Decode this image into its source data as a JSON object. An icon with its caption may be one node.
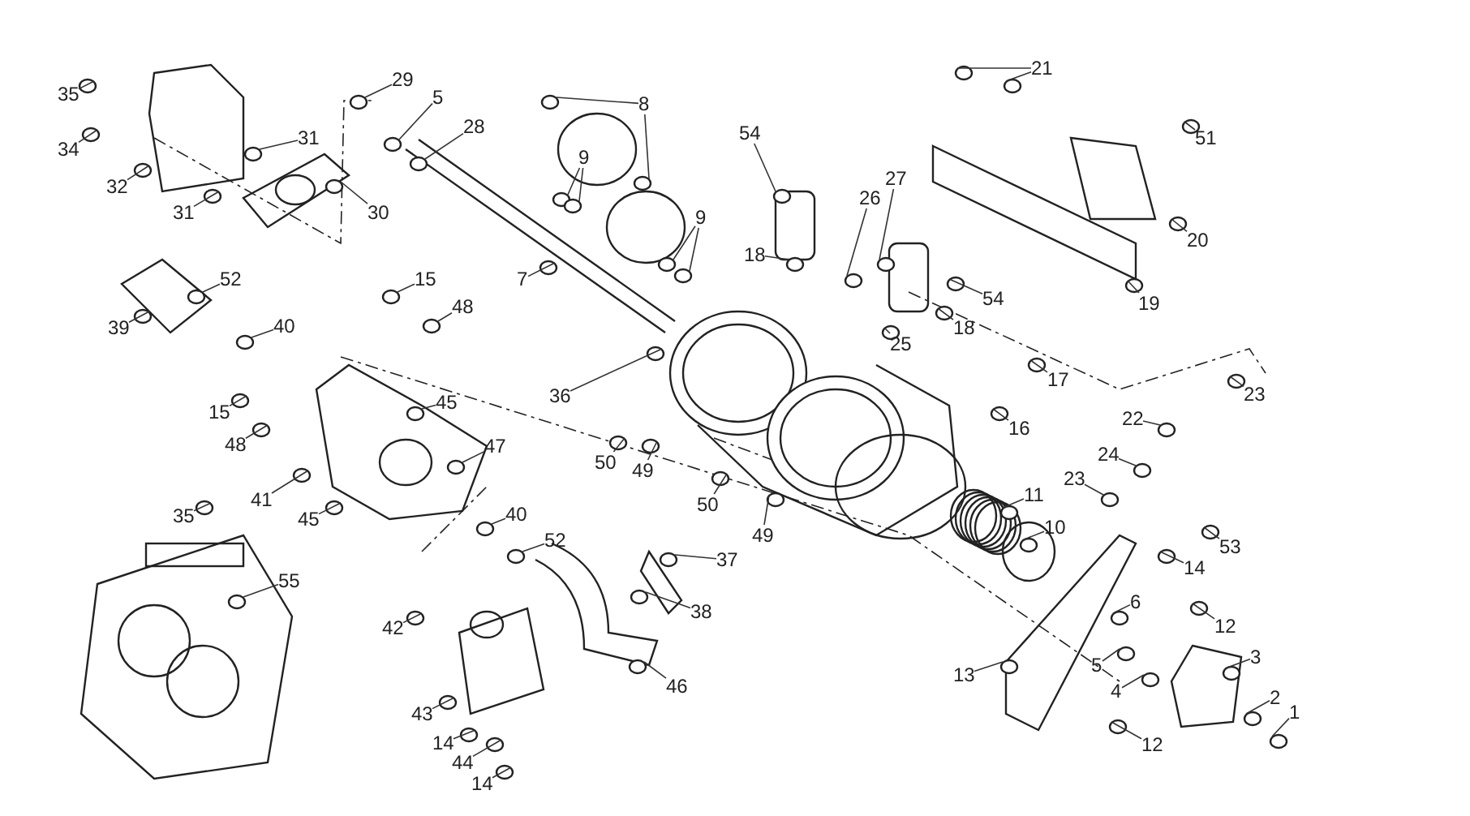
{
  "diagram": {
    "nodes": [
      {
        "text": [
          "35"
        ]
      },
      {
        "text": [
          "34"
        ]
      },
      {
        "text": [
          "32"
        ]
      },
      {
        "text": [
          "31"
        ]
      },
      {
        "text": [
          "31"
        ]
      },
      {
        "text": [
          "30"
        ]
      },
      {
        "text": [
          "29"
        ]
      },
      {
        "text": [
          "5"
        ]
      },
      {
        "text": [
          "28"
        ]
      },
      {
        "text": [
          "8"
        ]
      },
      {
        "text": [
          "9"
        ]
      },
      {
        "text": [
          "9"
        ]
      },
      {
        "text": [
          "7"
        ]
      },
      {
        "text": [
          "15"
        ]
      },
      {
        "text": [
          "52"
        ]
      },
      {
        "text": [
          "39"
        ]
      },
      {
        "text": [
          "40"
        ]
      },
      {
        "text": [
          "48"
        ]
      },
      {
        "text": [
          "36"
        ]
      },
      {
        "text": [
          "54"
        ]
      },
      {
        "text": [
          "18"
        ]
      },
      {
        "text": [
          "26"
        ]
      },
      {
        "text": [
          "27"
        ]
      },
      {
        "text": [
          "21"
        ]
      },
      {
        "text": [
          "51"
        ]
      },
      {
        "text": [
          "20"
        ]
      },
      {
        "text": [
          "54"
        ]
      },
      {
        "text": [
          "18"
        ]
      },
      {
        "text": [
          "25"
        ]
      },
      {
        "text": [
          "19"
        ]
      },
      {
        "text": [
          "17"
        ]
      },
      {
        "text": [
          "23"
        ]
      },
      {
        "text": [
          "45"
        ]
      },
      {
        "text": [
          "15"
        ]
      },
      {
        "text": [
          "48"
        ]
      },
      {
        "text": [
          "47"
        ]
      },
      {
        "text": [
          "16"
        ]
      },
      {
        "text": [
          "22"
        ]
      },
      {
        "text": [
          "24"
        ]
      },
      {
        "text": [
          "50"
        ]
      },
      {
        "text": [
          "49"
        ]
      },
      {
        "text": [
          "23"
        ]
      },
      {
        "text": [
          "41"
        ]
      },
      {
        "text": [
          "35"
        ]
      },
      {
        "text": [
          "45"
        ]
      },
      {
        "text": [
          "40"
        ]
      },
      {
        "text": [
          "52"
        ]
      },
      {
        "text": [
          "50"
        ]
      },
      {
        "text": [
          "49"
        ]
      },
      {
        "text": [
          "11"
        ]
      },
      {
        "text": [
          "10"
        ]
      },
      {
        "text": [
          "37"
        ]
      },
      {
        "text": [
          "14"
        ]
      },
      {
        "text": [
          "53"
        ]
      },
      {
        "text": [
          "6"
        ]
      },
      {
        "text": [
          "12"
        ]
      },
      {
        "text": [
          "38"
        ]
      },
      {
        "text": [
          "55"
        ]
      },
      {
        "text": [
          "42"
        ]
      },
      {
        "text": [
          "3"
        ]
      },
      {
        "text": [
          "5"
        ]
      },
      {
        "text": [
          "4"
        ]
      },
      {
        "text": [
          "13"
        ]
      },
      {
        "text": [
          "46"
        ]
      },
      {
        "text": [
          "43"
        ]
      },
      {
        "text": [
          "2"
        ]
      },
      {
        "text": [
          "1"
        ]
      },
      {
        "text": [
          "12"
        ]
      },
      {
        "text": [
          "14"
        ]
      },
      {
        "text": [
          "44"
        ]
      },
      {
        "text": [
          "14"
        ]
      }
    ],
    "edges": [
      {
        "from": 0,
        "to": null,
        "arrow": "none"
      },
      {
        "from": 1,
        "to": null,
        "arrow": "none"
      },
      {
        "from": 2,
        "to": null,
        "arrow": "none"
      },
      {
        "from": 3,
        "to": null,
        "arrow": "none"
      },
      {
        "from": 4,
        "to": null,
        "arrow": "none"
      },
      {
        "from": 5,
        "to": null,
        "arrow": "none"
      },
      {
        "from": 6,
        "to": null,
        "arrow": "none"
      },
      {
        "from": 7,
        "to": null,
        "arrow": "none"
      },
      {
        "from": 8,
        "to": null,
        "arrow": "none"
      },
      {
        "from": 9,
        "to": null,
        "arrow": "none"
      },
      {
        "from": 9,
        "to": null,
        "arrow": "none"
      },
      {
        "from": 10,
        "to": null,
        "arrow": "none"
      },
      {
        "from": 10,
        "to": null,
        "arrow": "none"
      },
      {
        "from": 11,
        "to": null,
        "arrow": "none"
      },
      {
        "from": 11,
        "to": null,
        "arrow": "none"
      },
      {
        "from": 12,
        "to": null,
        "arrow": "none"
      },
      {
        "from": 13,
        "to": null,
        "arrow": "none"
      },
      {
        "from": 14,
        "to": null,
        "arrow": "none"
      },
      {
        "from": 15,
        "to": null,
        "arrow": "none"
      },
      {
        "from": 16,
        "to": null,
        "arrow": "none"
      },
      {
        "from": 17,
        "to": null,
        "arrow": "none"
      },
      {
        "from": 18,
        "to": null,
        "arrow": "none"
      },
      {
        "from": 19,
        "to": null,
        "arrow": "none"
      },
      {
        "from": 20,
        "to": null,
        "arrow": "none"
      },
      {
        "from": 21,
        "to": null,
        "arrow": "none"
      },
      {
        "from": 22,
        "to": null,
        "arrow": "none"
      },
      {
        "from": 23,
        "to": null,
        "arrow": "none"
      },
      {
        "from": 23,
        "to": null,
        "arrow": "none"
      },
      {
        "from": 24,
        "to": null,
        "arrow": "none"
      },
      {
        "from": 25,
        "to": null,
        "arrow": "none"
      },
      {
        "from": 26,
        "to": null,
        "arrow": "none"
      },
      {
        "from": 27,
        "to": null,
        "arrow": "none"
      },
      {
        "from": 28,
        "to": null,
        "arrow": "none"
      },
      {
        "from": 29,
        "to": null,
        "arrow": "none"
      },
      {
        "from": 30,
        "to": null,
        "arrow": "none"
      },
      {
        "from": 31,
        "to": null,
        "arrow": "none"
      },
      {
        "from": 32,
        "to": null,
        "arrow": "none"
      },
      {
        "from": 33,
        "to": null,
        "arrow": "none"
      },
      {
        "from": 34,
        "to": null,
        "arrow": "none"
      },
      {
        "from": 35,
        "to": null,
        "arrow": "none"
      },
      {
        "from": 36,
        "to": null,
        "arrow": "none"
      },
      {
        "from": 37,
        "to": null,
        "arrow": "none"
      },
      {
        "from": 38,
        "to": null,
        "arrow": "none"
      },
      {
        "from": 39,
        "to": null,
        "arrow": "none"
      },
      {
        "from": 40,
        "to": null,
        "arrow": "none"
      },
      {
        "from": 41,
        "to": null,
        "arrow": "none"
      },
      {
        "from": 42,
        "to": null,
        "arrow": "none"
      },
      {
        "from": 43,
        "to": null,
        "arrow": "none"
      },
      {
        "from": 44,
        "to": null,
        "arrow": "none"
      },
      {
        "from": 45,
        "to": null,
        "arrow": "none"
      },
      {
        "from": 46,
        "to": null,
        "arrow": "none"
      },
      {
        "from": 47,
        "to": null,
        "arrow": "none"
      },
      {
        "from": 48,
        "to": null,
        "arrow": "none"
      },
      {
        "from": 49,
        "to": null,
        "arrow": "none"
      },
      {
        "from": 50,
        "to": null,
        "arrow": "none"
      },
      {
        "from": 51,
        "to": null,
        "arrow": "none"
      },
      {
        "from": 52,
        "to": null,
        "arrow": "none"
      },
      {
        "from": 53,
        "to": null,
        "arrow": "none"
      },
      {
        "from": 54,
        "to": null,
        "arrow": "none"
      },
      {
        "from": 55,
        "to": null,
        "arrow": "none"
      },
      {
        "from": 56,
        "to": null,
        "arrow": "none"
      },
      {
        "from": 57,
        "to": null,
        "arrow": "none"
      },
      {
        "from": 58,
        "to": null,
        "arrow": "none"
      },
      {
        "from": 59,
        "to": null,
        "arrow": "none"
      },
      {
        "from": 60,
        "to": null,
        "arrow": "none"
      },
      {
        "from": 61,
        "to": null,
        "arrow": "none"
      },
      {
        "from": 62,
        "to": null,
        "arrow": "none"
      },
      {
        "from": 63,
        "to": null,
        "arrow": "none"
      },
      {
        "from": 64,
        "to": null,
        "arrow": "none"
      },
      {
        "from": 65,
        "to": null,
        "arrow": "none"
      },
      {
        "from": 66,
        "to": null,
        "arrow": "none"
      },
      {
        "from": 67,
        "to": null,
        "arrow": "none"
      },
      {
        "from": 68,
        "to": null,
        "arrow": "none"
      },
      {
        "from": 69,
        "to": null,
        "arrow": "none"
      },
      {
        "from": 70,
        "to": null,
        "arrow": "none"
      }
    ]
  }
}
